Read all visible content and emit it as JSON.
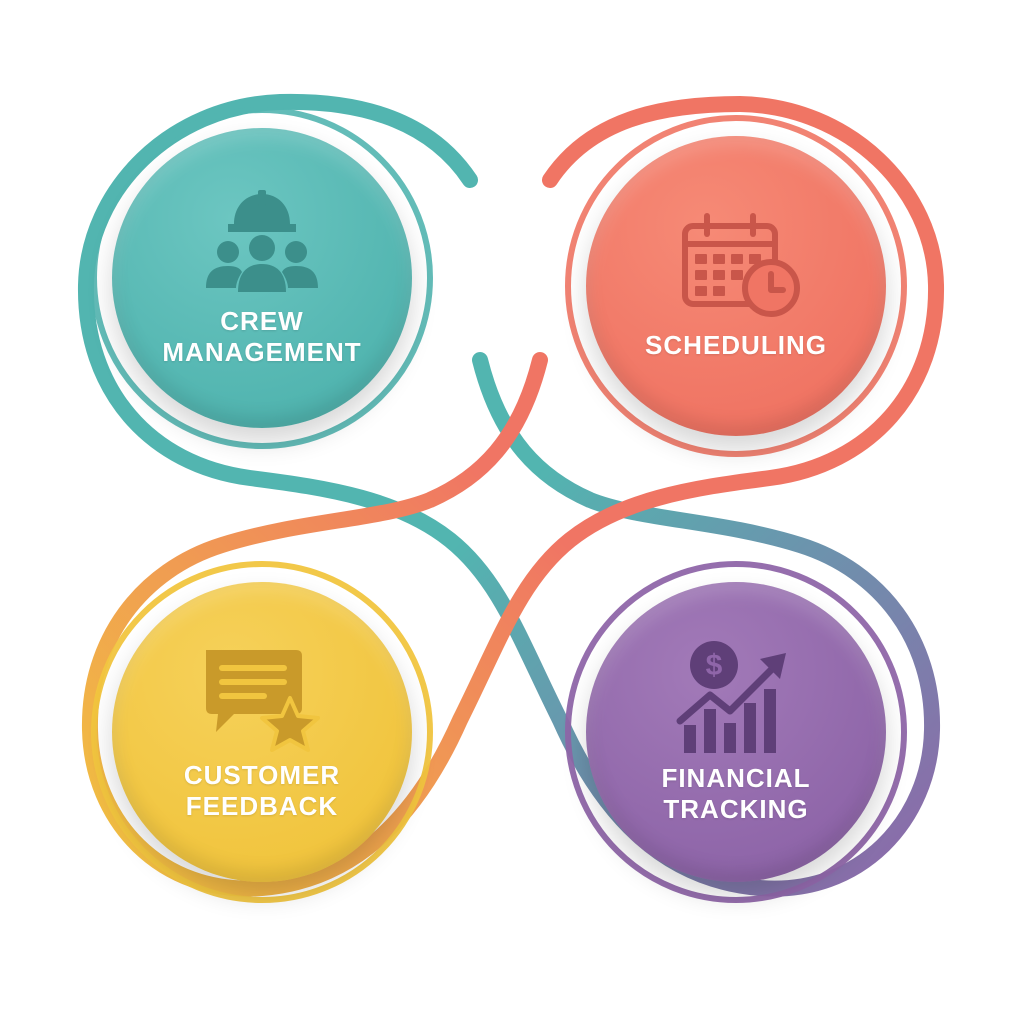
{
  "colors": {
    "teal": "#52b5b0",
    "coral": "#f07564",
    "yellow": "#f1c53f",
    "purple": "#8f66a9",
    "teal_icon": "#3c8f8b",
    "coral_icon": "#c9564a",
    "yellow_icon": "#c99a2a",
    "purple_icon": "#5f3f78"
  },
  "nodes": [
    {
      "id": "crew",
      "lines": [
        "CREW",
        "MANAGEMENT"
      ],
      "icon": "crew-hardhat-icon"
    },
    {
      "id": "sched",
      "lines": [
        "SCHEDULING"
      ],
      "icon": "calendar-clock-icon"
    },
    {
      "id": "feed",
      "lines": [
        "CUSTOMER",
        "FEEDBACK"
      ],
      "icon": "chat-star-icon"
    },
    {
      "id": "fin",
      "lines": [
        "FINANCIAL",
        "TRACKING"
      ],
      "icon": "dollar-growth-chart-icon"
    }
  ]
}
